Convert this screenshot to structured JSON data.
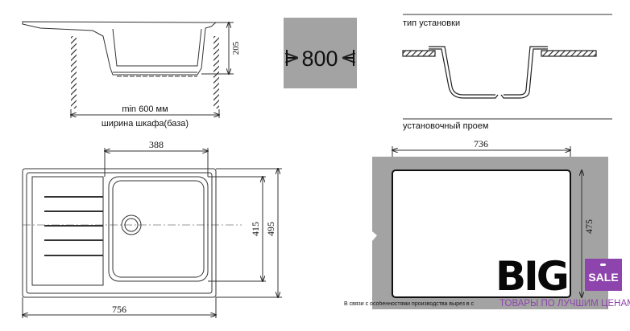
{
  "side_view": {
    "depth": "205",
    "cabinet_min": "min 600 мм",
    "cabinet_label": "ширина шкафа(базa)"
  },
  "cabinet_badge": {
    "value": "800"
  },
  "install": {
    "title": "тип установки",
    "cutout_title": "установочный проем",
    "cutout_width": "736",
    "cutout_height": "475"
  },
  "top_view": {
    "bowl_width": "388",
    "bowl_length": "415",
    "total_depth": "495",
    "total_width": "756"
  },
  "note": "В связи с особенностями производства вырез в с",
  "logo": {
    "big": "BIG",
    "sale": "SALE",
    "slogan": "ТОВАРЫ ПО ЛУЧШИМ ЦЕНАМ"
  },
  "colors": {
    "gray": "#a3a3a3",
    "purple": "#8e44ad"
  }
}
